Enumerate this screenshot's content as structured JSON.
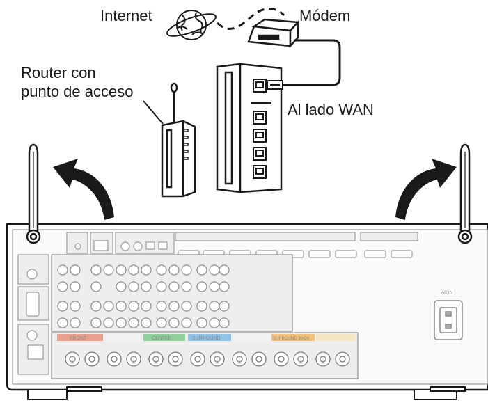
{
  "labels": {
    "internet": "Internet",
    "modem": "Módem",
    "router_line1": "Router con",
    "router_line2": "punto de acceso",
    "wan_side": "Al lado WAN"
  },
  "panel_labels": {
    "front": "FRONT",
    "center": "CENTER",
    "surround": "SURROUND",
    "surround_back": "SURROUND BACK",
    "ac_in": "AC IN"
  },
  "colors": {
    "front": "#e8a08f",
    "center": "#8fcf9c",
    "surround": "#8fc3e8",
    "surround_back": "#f2c27a",
    "line": "#1a1a1a",
    "panel_stroke": "#7a7a7a",
    "panel_fill": "#f4f4f4"
  }
}
